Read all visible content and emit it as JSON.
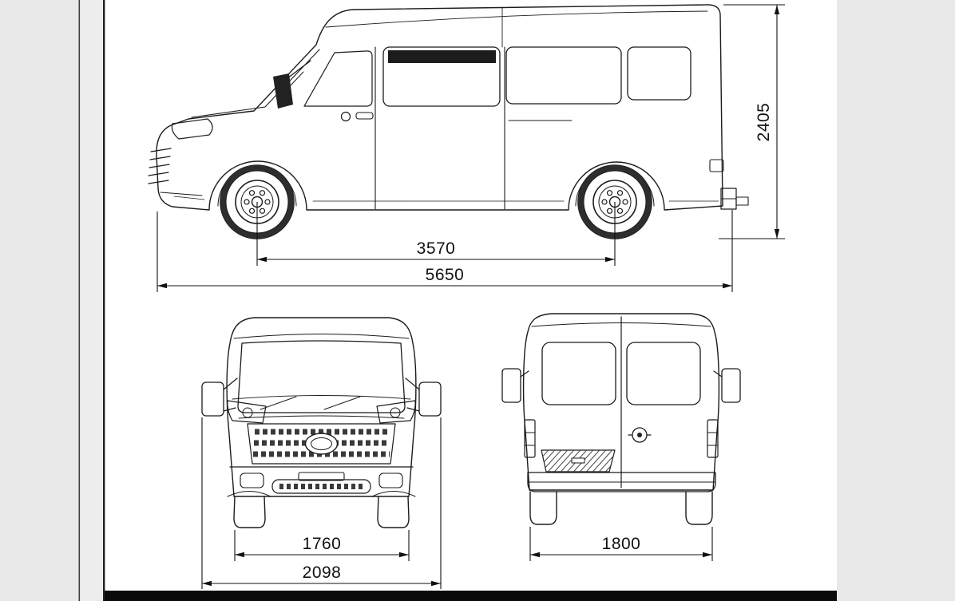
{
  "page": {
    "background_color": "#e8e8e8",
    "paper_color": "#ffffff",
    "footer_bar_color": "#0a0a0a",
    "line_color": "#1b1b1b"
  },
  "drawing": {
    "views": {
      "side": {
        "wheelbase_mm": "3570",
        "overall_length_mm": "5650",
        "overall_height_mm": "2405"
      },
      "front": {
        "track_mm": "1760",
        "overall_width_mm": "2098"
      },
      "rear": {
        "track_mm": "1800"
      }
    }
  }
}
